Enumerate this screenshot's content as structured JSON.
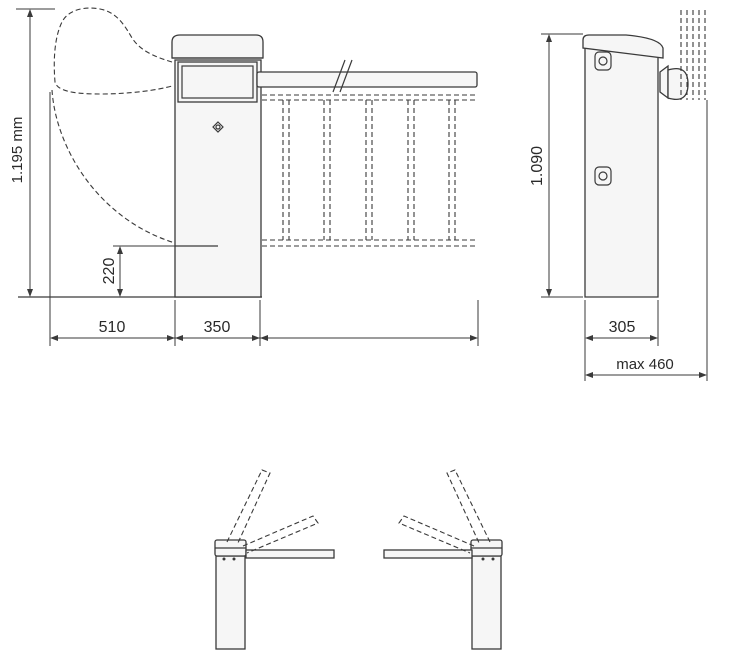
{
  "dimensions": {
    "height_total": "1.195 mm",
    "height_arm": "220",
    "width_arm_swing": "510",
    "width_cabinet": "350",
    "height_side": "1.090",
    "depth_side": "305",
    "depth_max": "max 460"
  }
}
